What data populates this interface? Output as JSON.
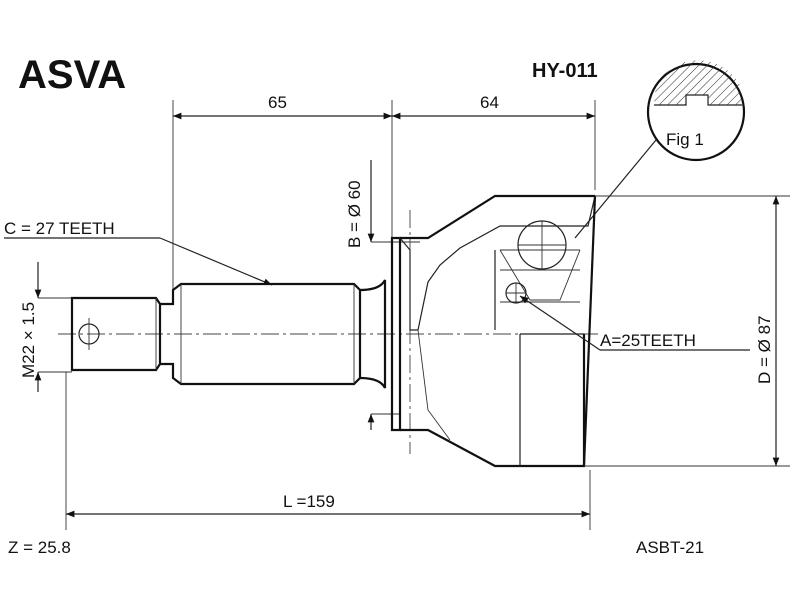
{
  "brand": "ASVA",
  "part_number": "HY-011",
  "fig_label": "Fig 1",
  "dimensions": {
    "top_left": "65",
    "top_right": "64",
    "B": "B = Ø 60",
    "C": "C = 27 TEETH",
    "A": "A=25TEETH",
    "D": "D = Ø 87",
    "M": "M22 × 1.5",
    "L": "L =159"
  },
  "footer": {
    "Z": "Z = 25.8",
    "ref": "ASBT-21"
  }
}
